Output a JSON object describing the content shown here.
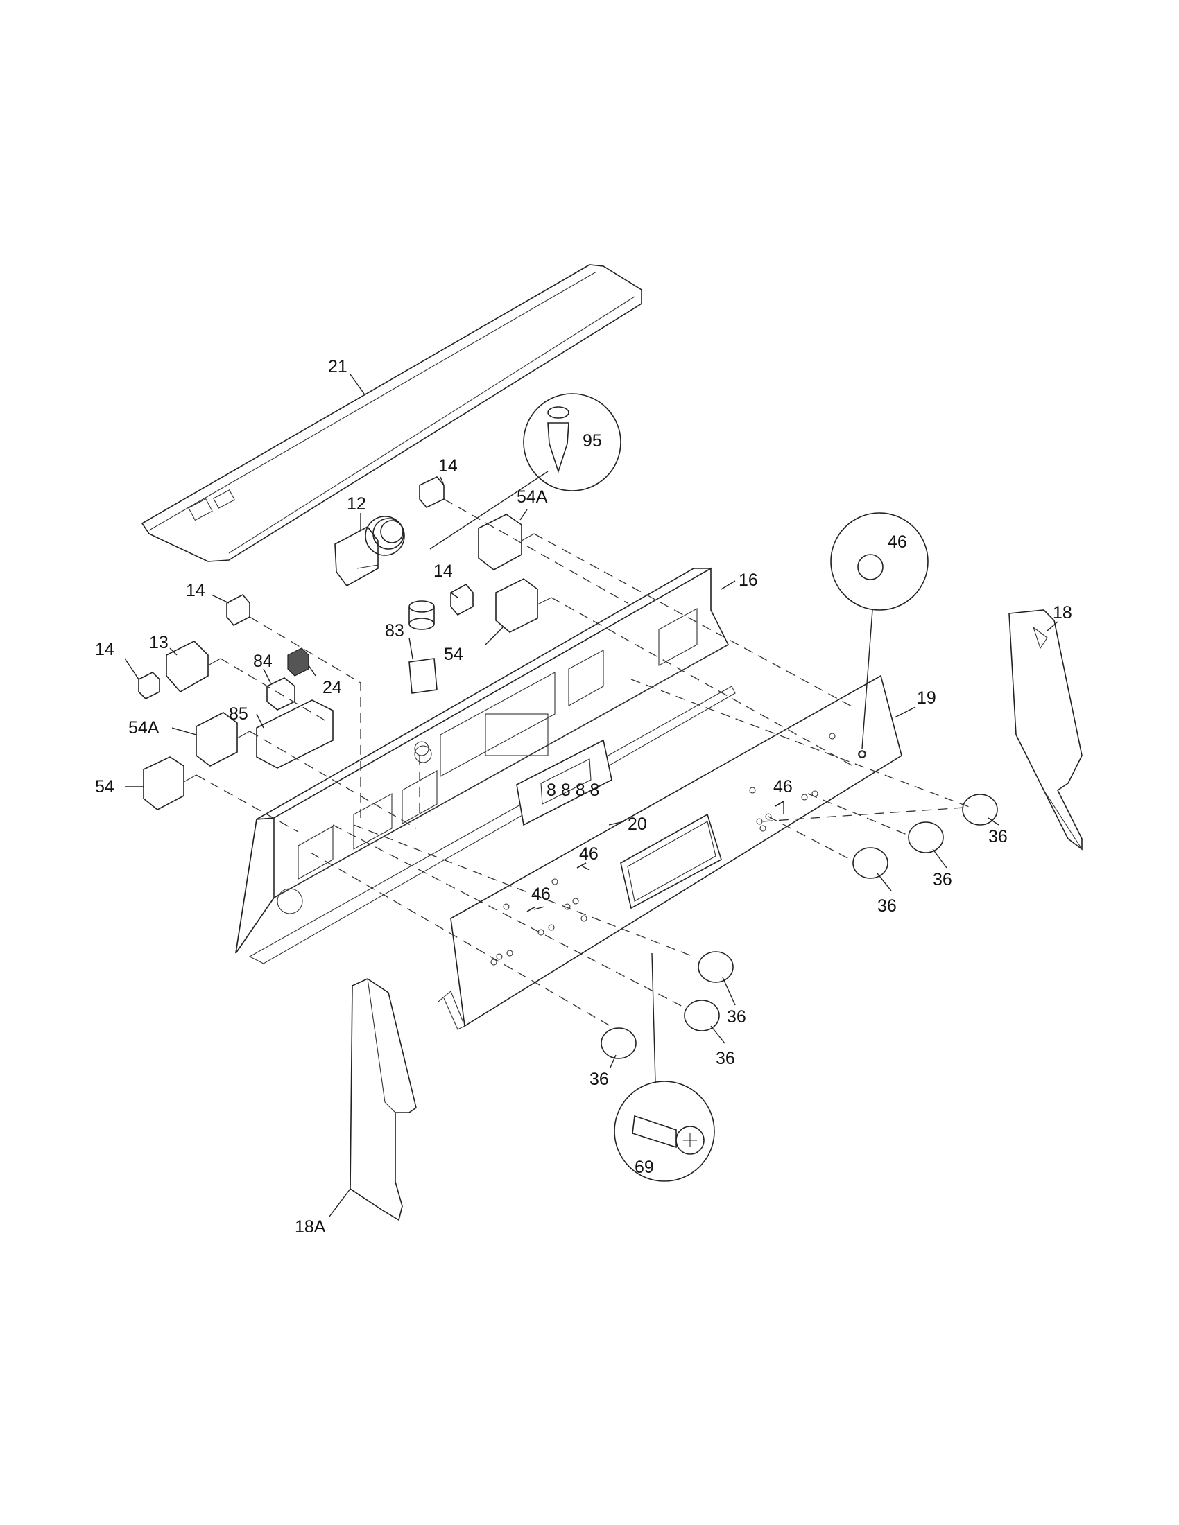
{
  "diagram": {
    "part_labels": {
      "p21": "21",
      "p95": "95",
      "p14a": "14",
      "p54a_top": "54A",
      "p12": "12",
      "p14b": "14",
      "p16": "16",
      "p46_detail": "46",
      "p18": "18",
      "p14c": "14",
      "p83": "83",
      "p54_mid": "54",
      "p13": "13",
      "p84": "84",
      "p24": "24",
      "p14d": "14",
      "p85": "85",
      "p54a_left": "54A",
      "p54_left": "54",
      "p19": "19",
      "p46_right": "46",
      "p20": "20",
      "p46_center": "46",
      "p46_left": "46",
      "p36_a": "36",
      "p36_b": "36",
      "p36_c": "36",
      "p36_d": "36",
      "p36_e": "36",
      "p36_f": "36",
      "p69": "69",
      "p18a": "18A"
    }
  }
}
